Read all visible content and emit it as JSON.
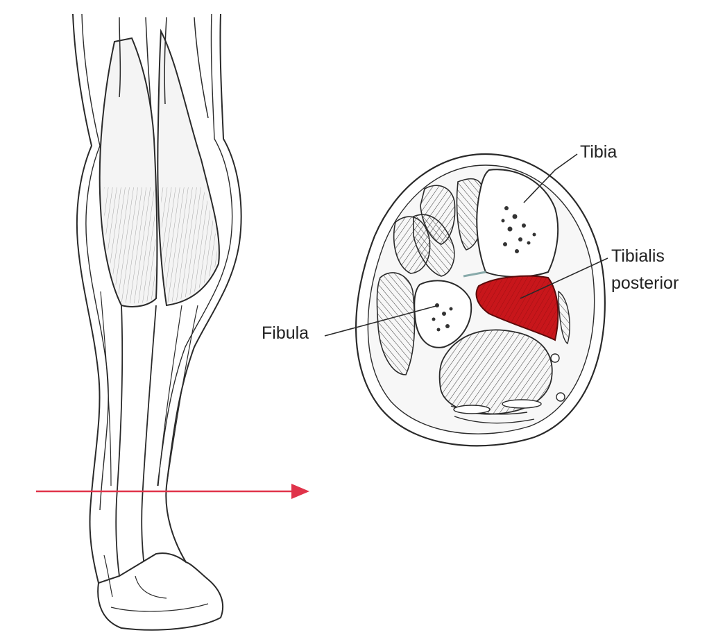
{
  "labels": {
    "tibia": "Tibia",
    "tibialis_posterior_line1": "Tibialis",
    "tibialis_posterior_line2": "posterior",
    "fibula": "Fibula"
  },
  "colors": {
    "highlight_muscle": "#c8161b",
    "section_arrow": "#e0334a",
    "ink": "#2a2a2a",
    "bone_fill": "#ffffff",
    "muscle_fill": "#f3f3f3"
  },
  "illustration": {
    "left_view": "posterior-leg-muscles",
    "right_view": "leg-cross-section",
    "arrow": "section-level-arrow"
  }
}
